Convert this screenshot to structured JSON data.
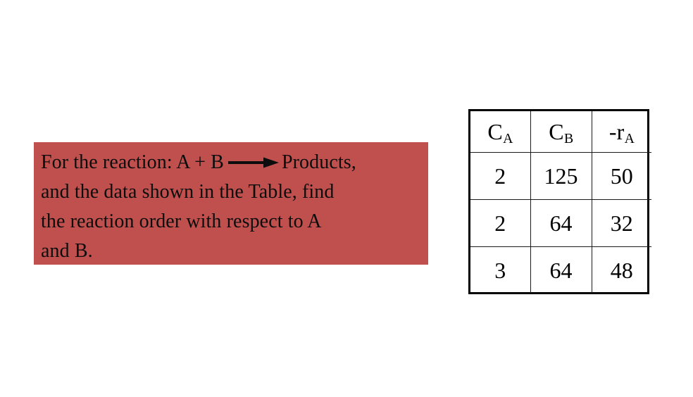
{
  "slide": {
    "background_color": "#ffffff"
  },
  "problem": {
    "box_color": "#c0504d",
    "text_color": "#0d0d0d",
    "full_text": "For the reaction: A + B ⟶ Products, and the data shown in the Table, find the reaction order with respect to A and B.",
    "lines": [
      {
        "before_arrow": "For the reaction: A + B",
        "has_arrow": true,
        "after_arrow": "Products,"
      },
      {
        "before_arrow": "and the data shown in the Table, find",
        "has_arrow": false,
        "after_arrow": ""
      },
      {
        "before_arrow": "the reaction order with respect to A",
        "has_arrow": false,
        "after_arrow": ""
      },
      {
        "before_arrow": "and B.",
        "has_arrow": false,
        "after_arrow": ""
      }
    ],
    "arrow_label": "yields-arrow"
  },
  "table": {
    "border_color": "#000000",
    "grid_color": "#1a1a1a",
    "headers": [
      {
        "base": "C",
        "sub": "A",
        "plain": "CA"
      },
      {
        "base": "C",
        "sub": "B",
        "plain": "CB"
      },
      {
        "base": "-r",
        "sub": "A",
        "plain": "-rA"
      }
    ],
    "rows": [
      [
        "2",
        "125",
        "50"
      ],
      [
        "2",
        "64",
        "32"
      ],
      [
        "3",
        "64",
        "48"
      ]
    ]
  },
  "chart_data": {
    "type": "table",
    "title": "",
    "columns": [
      "CA",
      "CB",
      "-rA"
    ],
    "rows": [
      {
        "CA": 2,
        "CB": 125,
        "-rA": 50
      },
      {
        "CA": 2,
        "CB": 64,
        "-rA": 32
      },
      {
        "CA": 3,
        "CB": 64,
        "-rA": 48
      }
    ]
  }
}
